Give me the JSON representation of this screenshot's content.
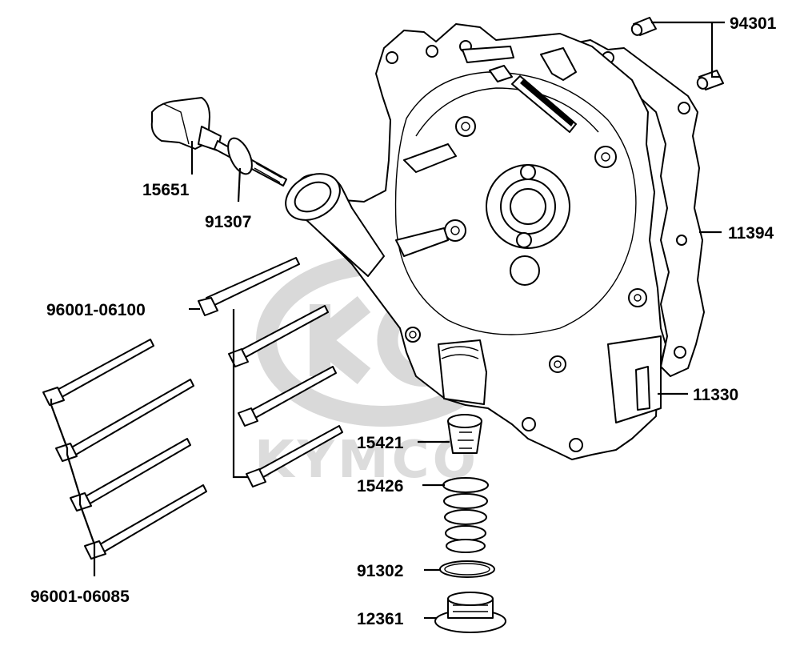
{
  "watermark": {
    "text": "KYMCO"
  },
  "parts": [
    {
      "id": "p-94301",
      "number": "94301"
    },
    {
      "id": "p-15651",
      "number": "15651"
    },
    {
      "id": "p-91307",
      "number": "91307"
    },
    {
      "id": "p-11394",
      "number": "11394"
    },
    {
      "id": "p-96001-06100",
      "number": "96001-06100"
    },
    {
      "id": "p-11330",
      "number": "11330"
    },
    {
      "id": "p-15421",
      "number": "15421"
    },
    {
      "id": "p-15426",
      "number": "15426"
    },
    {
      "id": "p-91302",
      "number": "91302"
    },
    {
      "id": "p-12361",
      "number": "12361"
    },
    {
      "id": "p-96001-06085",
      "number": "96001-06085"
    }
  ],
  "colors": {
    "ink": "#000000",
    "background": "#ffffff",
    "watermark": "#d9d9d9"
  }
}
